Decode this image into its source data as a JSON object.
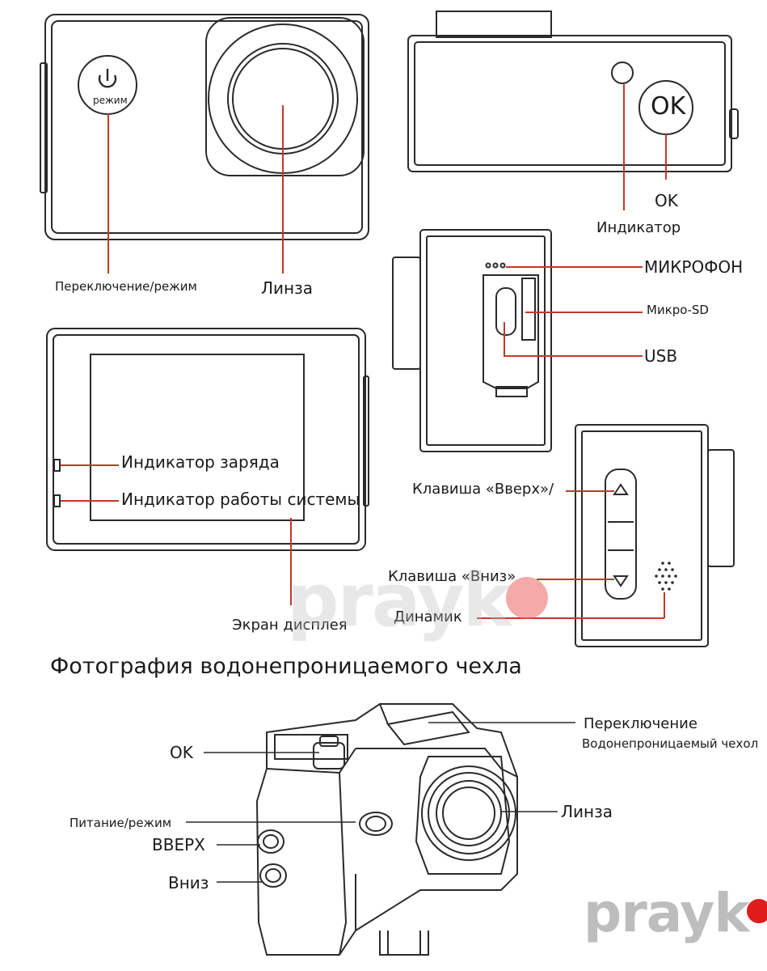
{
  "labels": {
    "power_mode_symbol": "режим",
    "ok_button": "OK",
    "switch_mode": "Переключение/режим",
    "lens": "Линза",
    "ok": "OK",
    "indicator": "Индикатор",
    "microphone": "МИКРОФОН",
    "micro_sd": "Микро-SD",
    "usb": "USB",
    "charge_indicator": "Индикатор заряда",
    "system_indicator": "Индикатор работы системы",
    "display_screen": "Экран дисплея",
    "key_up": "Клавиша «Вверх»/",
    "key_down": "Клавиша «Вниз»",
    "speaker": "Динамик"
  },
  "case_section": {
    "heading": "Фотография водонепроницаемого чехла",
    "ok": "OK",
    "switch": "Переключение",
    "waterproof_case": "Водонепроницаемый чехол",
    "lens": "Линза",
    "power_mode": "Питание/режим",
    "up": "ВВЕРХ",
    "down": "Вниз"
  },
  "watermark": {
    "text": "prayk"
  },
  "colors": {
    "callout_line": "#c0392b",
    "outline": "#2a2a2a",
    "watermark_dot": "#e01b1b"
  }
}
